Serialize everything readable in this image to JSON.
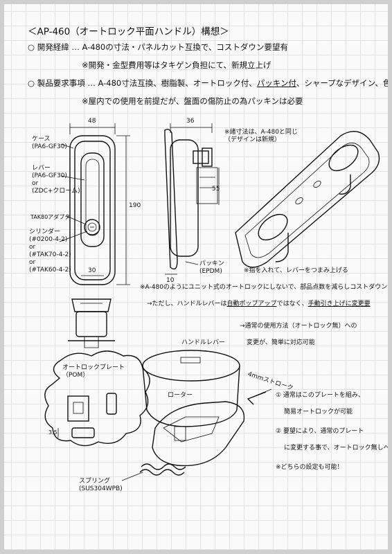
{
  "title": "＜AP-460（オートロック平面ハンドル）構想＞",
  "intro": {
    "line1": "○ 開発経緯 … A-480の寸法・パネルカット互換で、コストダウン要望有",
    "line2": "※開発・金型費用等はタキゲン負担にて、新規立上げ",
    "line3_head": "○ 製品要求事項 … A-480寸法互換、樹脂製、オートロック付、",
    "line3_pack": "パッキン付",
    "line3_tail": "、シャープなデザイン、色：黒",
    "line4": "※屋内での使用を前提だが、盤面の傷防止の為パッキンは必要"
  },
  "front_view": {
    "dim_width": "48",
    "dim_height": "190",
    "dim_bottom": "30",
    "labels": {
      "case": "ケース\n(PA6-GF30)",
      "lever": "レバー\n(PA6-GF30)\nor\n(ZDC+クローム)",
      "adapter": "TAK80アダプタ",
      "cylinder": "シリンダー\n(#0200-4-2)\nor\n(#TAK70-4-2)\nor\n(#TAK60-4-2)"
    }
  },
  "side_view": {
    "dim_top": "36",
    "dim_55": "55",
    "dim_10": "10",
    "packing": "パッキン\n(EPDM)"
  },
  "iso_view": {
    "note": "※諸寸法は、A-480と同じ\n（デザインは新規）",
    "finger": "※指を入れて、レバーをつまみ上げる"
  },
  "notes": {
    "note1": "※A-480のようにユニット式のオートロックにしないで、部品点数を減らしコストダウン",
    "note2_head": "→ただし、ハンドルレバーは",
    "note2_ul": "自動ポップアップ",
    "note2_mid": "ではなく、",
    "note2_ul2": "手動引き上げに変更要",
    "note3": "→通常の使用方法（オートロック無）への",
    "note4": "変更が、簡単に対応可能"
  },
  "explode": {
    "handle_lever": "ハンドルレバー",
    "rotor": "ローター",
    "stroke": "4mmストローク",
    "plate": "オートロックプレート\n（POM）",
    "dim_35": "3.5",
    "spring": "スプリング\n(SUS304WPB)"
  },
  "bottom_notes": {
    "n1": "① 通常はこのプレートを組み、",
    "n1b": "簡易オートロックが可能",
    "n2": "② 要望により、通常のプレート",
    "n2b": "に変更する事で、オートロック無しへ",
    "n3": "※どちらの設定も可能！"
  }
}
